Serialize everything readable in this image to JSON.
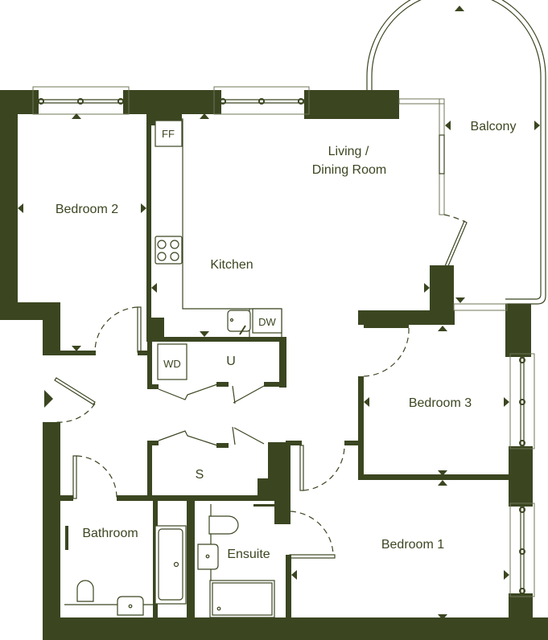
{
  "floor_plan": {
    "colors": {
      "wall": "#3b4621",
      "background": "#ffffff",
      "glazing": "#6f7757"
    },
    "rooms": [
      {
        "id": "bedroom2",
        "label": "Bedroom 2"
      },
      {
        "id": "living",
        "label_line1": "Living /",
        "label_line2": "Dining Room"
      },
      {
        "id": "kitchen",
        "label": "Kitchen"
      },
      {
        "id": "balcony",
        "label": "Balcony"
      },
      {
        "id": "bedroom3",
        "label": "Bedroom 3"
      },
      {
        "id": "bathroom",
        "label": "Bathroom"
      },
      {
        "id": "ensuite",
        "label": "Ensuite"
      },
      {
        "id": "bedroom1",
        "label": "Bedroom 1"
      }
    ],
    "fixtures": {
      "fridge_freezer": "FF",
      "dishwasher": "DW",
      "washer_dryer": "WD",
      "utility": "U",
      "storage": "S"
    },
    "icons": {
      "dimension_marker": "triangle-arrow",
      "entrance_marker": "entrance-arrow",
      "hob": "hob-icon",
      "sink": "sink-icon",
      "toilet": "toilet-icon",
      "bath": "bath-icon",
      "shower": "shower-tray-icon",
      "basin": "basin-icon",
      "towel_rail": "towel-rail-icon"
    }
  }
}
